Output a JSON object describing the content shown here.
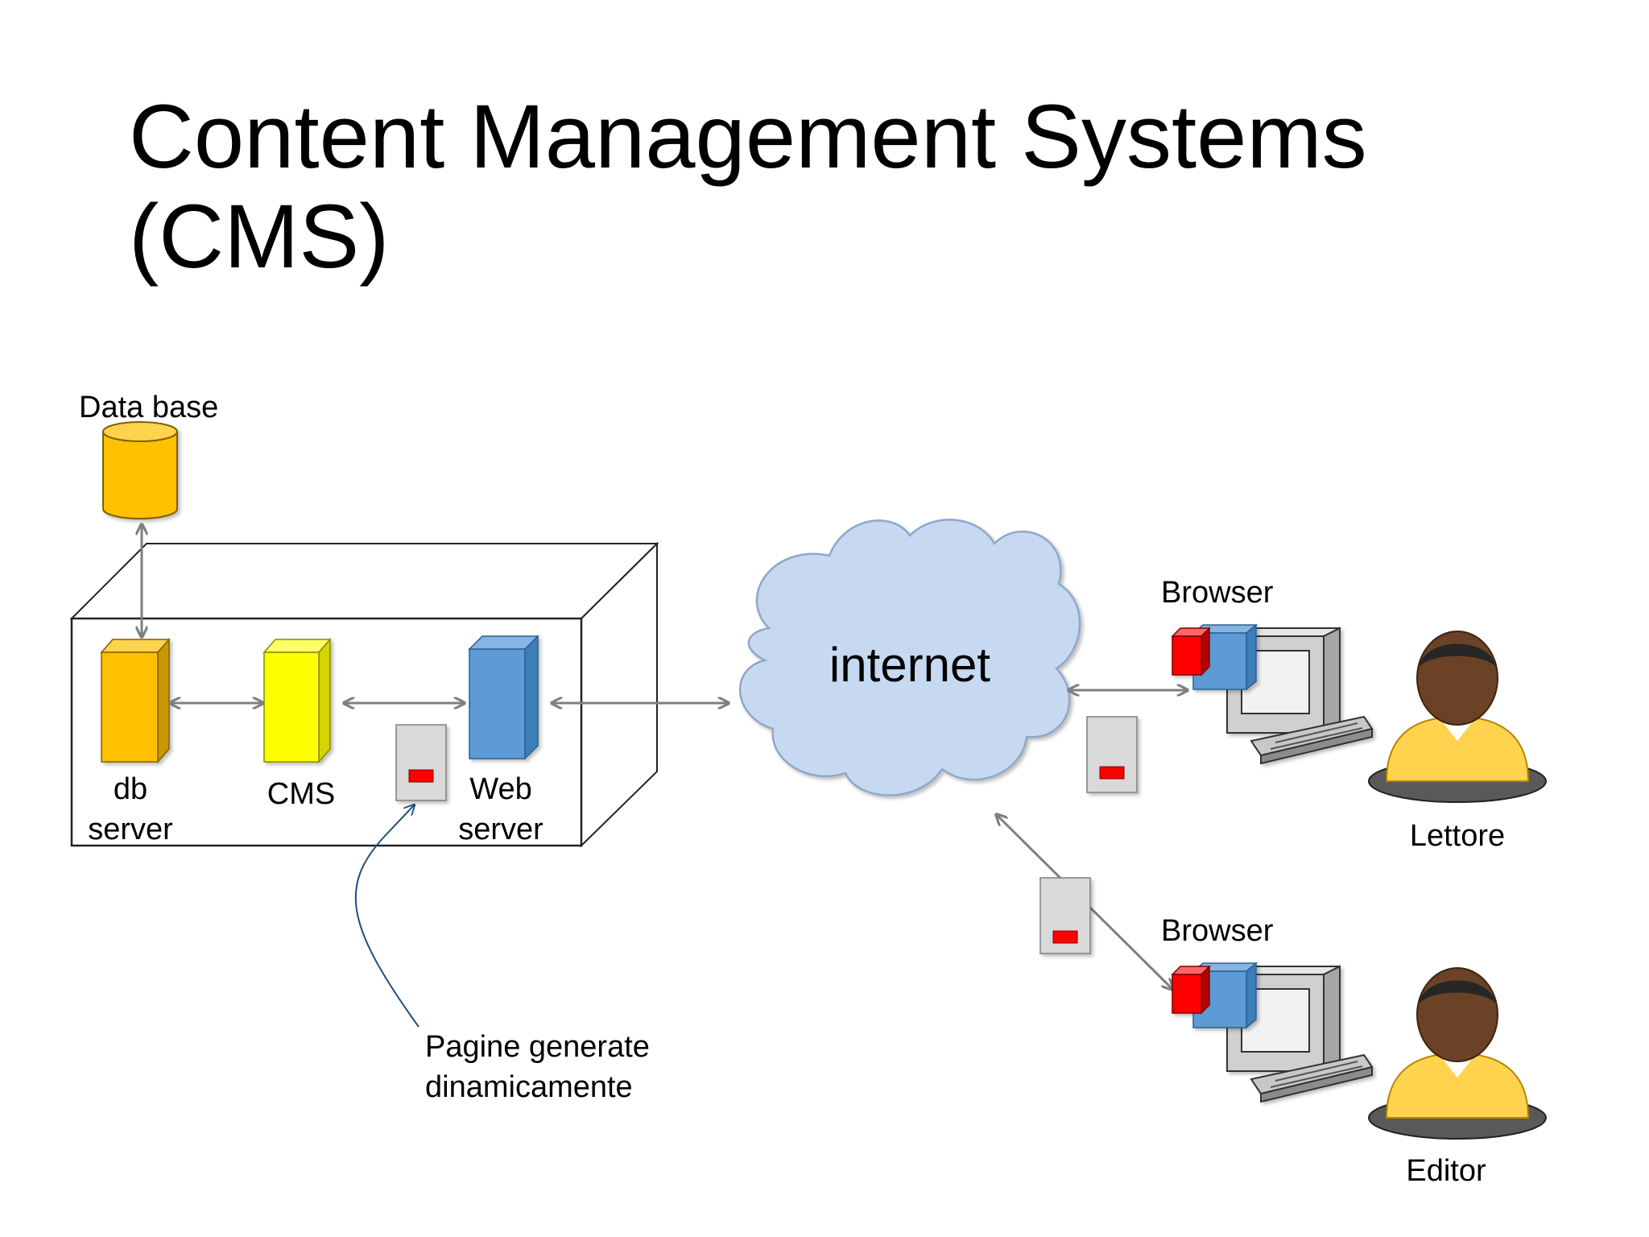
{
  "slide": {
    "title_line1": "Content Management Systems",
    "title_line2": "(CMS)"
  },
  "labels": {
    "database": "Data base",
    "db_server_line1": "db",
    "db_server_line2": "server",
    "cms": "CMS",
    "web_server_line1": "Web",
    "web_server_line2": "server",
    "internet": "internet",
    "browser_top": "Browser",
    "browser_bottom": "Browser",
    "reader": "Lettore",
    "editor": "Editor",
    "pages_line1": "Pagine generate",
    "pages_line2": "dinamicamente"
  },
  "colors": {
    "db_orange": "#FFC000",
    "cms_yellow": "#FFFF00",
    "web_blue": "#5B9BD5",
    "cloud_fill": "#C6D9F1",
    "arrow_gray": "#7F7F7F",
    "page_red": "#FF0000",
    "annotation_blue": "#1F4E79"
  },
  "icons": [
    "database-cylinder-icon",
    "server-tower-icon",
    "cloud-icon",
    "web-page-icon",
    "computer-icon",
    "person-icon"
  ]
}
